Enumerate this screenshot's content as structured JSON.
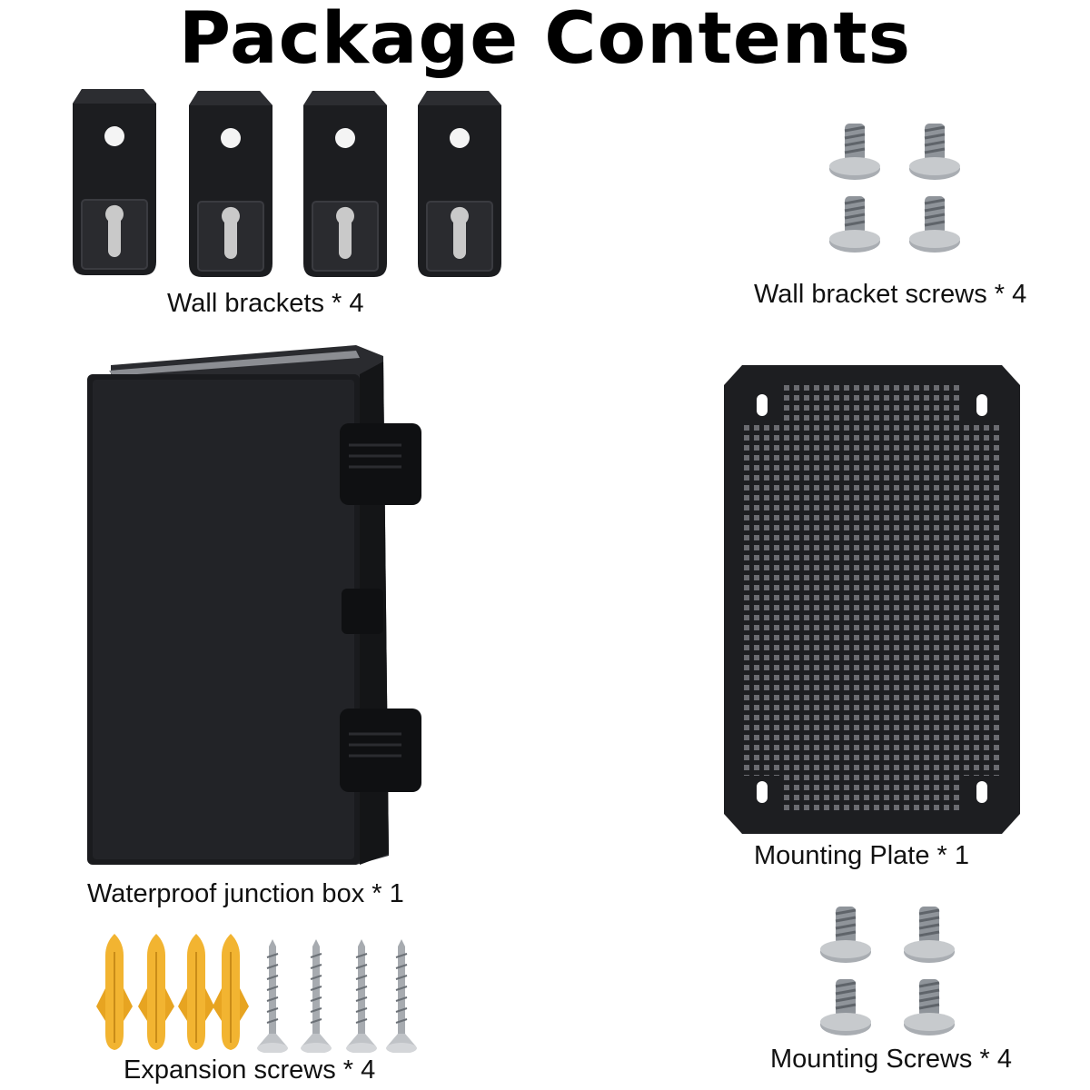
{
  "page": {
    "title": "Package Contents"
  },
  "items": {
    "wall_brackets": {
      "label": "Wall brackets * 4",
      "icon": "wall-bracket-icon"
    },
    "wall_bracket_screws": {
      "label": "Wall bracket screws * 4",
      "icon": "screw-icon"
    },
    "junction_box": {
      "label": "Waterproof junction box * 1",
      "icon": "junction-box-icon"
    },
    "mounting_plate": {
      "label": "Mounting Plate * 1",
      "icon": "perforated-plate-icon"
    },
    "expansion_screws": {
      "label": "Expansion screws * 4",
      "icon": "wall-anchor-icon"
    },
    "mounting_screws": {
      "label": "Mounting Screws * 4",
      "icon": "screw-icon"
    }
  },
  "colors": {
    "plastic_black": "#1b1b1d",
    "anchor_yellow": "#f2b431",
    "metal_silver": "#9a9ea3"
  }
}
